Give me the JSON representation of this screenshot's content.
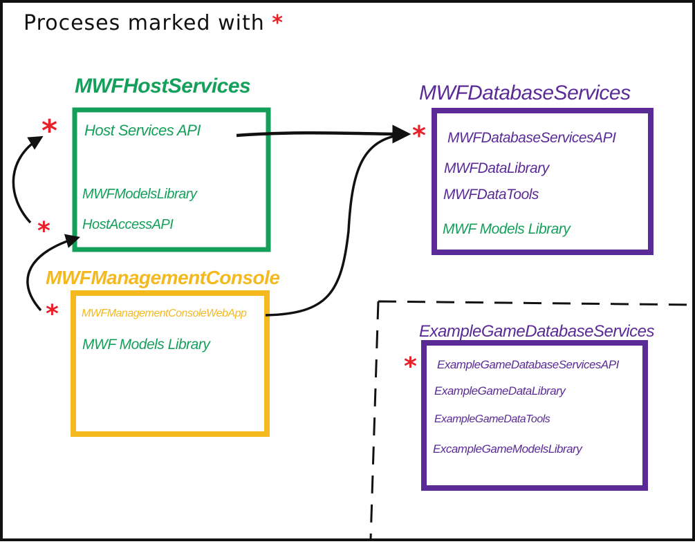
{
  "note": {
    "text": "Proceses marked with",
    "marker": "*"
  },
  "host": {
    "title": "MWFHostServices",
    "items": [
      "Host Services API",
      "MWFModelsLibrary",
      "HostAccessAPI"
    ]
  },
  "console": {
    "title": "MWFManagementConsole",
    "items": [
      "MWFManagementConsoleWebApp",
      "MWF Models Library"
    ]
  },
  "db": {
    "title": "MWFDatabaseServices",
    "items": [
      "MWFDatabaseServicesAPI",
      "MWFDataLibrary",
      "MWFDataTools",
      "MWF Models Library"
    ]
  },
  "example": {
    "title": "ExampleGameDatabaseServices",
    "items": [
      "ExampleGameDatabaseServicesAPI",
      "ExampleGameDataLibrary",
      "ExampleGameDataTools",
      "ExcampleGameModelsLibrary"
    ]
  },
  "colors": {
    "green": "#14a05a",
    "purple": "#5a2a96",
    "yellow": "#f3b91f",
    "marker": "#e8202a",
    "arrow": "#111111"
  },
  "markers": {
    "symbol": "*"
  }
}
